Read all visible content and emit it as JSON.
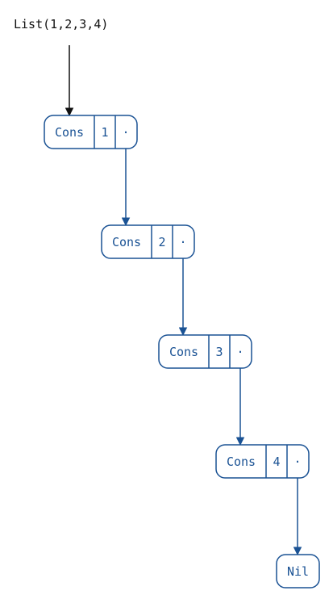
{
  "expression": "List(1,2,3,4)",
  "cells": [
    {
      "constructor": "Cons",
      "head": "1",
      "tail_marker": "·"
    },
    {
      "constructor": "Cons",
      "head": "2",
      "tail_marker": "·"
    },
    {
      "constructor": "Cons",
      "head": "3",
      "tail_marker": "·"
    },
    {
      "constructor": "Cons",
      "head": "4",
      "tail_marker": "·"
    }
  ],
  "terminal": "Nil",
  "colors": {
    "node": "#1a5294",
    "root_arrow": "#111111",
    "background": "#ffffff"
  }
}
